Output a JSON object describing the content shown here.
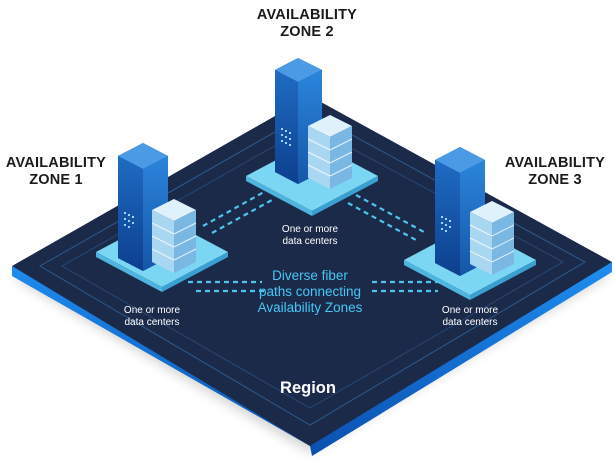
{
  "diagram": {
    "zones": [
      {
        "id": "zone1",
        "title": "AVAILABILITY\nZONE 1",
        "datacenter_label": "One or more\ndata centers"
      },
      {
        "id": "zone2",
        "title": "AVAILABILITY\nZONE 2",
        "datacenter_label": "One or more\ndata centers"
      },
      {
        "id": "zone3",
        "title": "AVAILABILITY\nZONE 3",
        "datacenter_label": "One or more\ndata centers"
      }
    ],
    "fiber_label": "Diverse fiber\npaths connecting\nAvailability Zones",
    "region_label": "Region"
  },
  "colors": {
    "region_top": "#1c2a4a",
    "region_edge": "#0d75d8",
    "pad": "#7ad6f2",
    "connector": "#4ec4ee",
    "fiber_text": "#45c8f5",
    "tower_dark": "#0e3f8c",
    "tower_light": "#1e6fc6",
    "server_light": "#b5dcf3"
  }
}
